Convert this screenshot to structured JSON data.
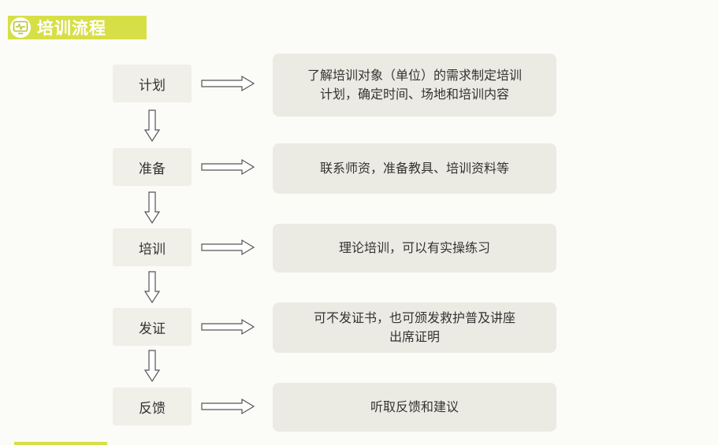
{
  "header": {
    "title": "培训流程",
    "icon": "monitor-pulse-icon"
  },
  "colors": {
    "accent": "#d6df46",
    "box": "#ecebe3",
    "label_bg": "#f0efe8"
  },
  "steps": [
    {
      "label": "计划",
      "line1": "了解培训对象（单位）的需求制定培训",
      "line2": "计划，确定时间、场地和培训内容"
    },
    {
      "label": "准备",
      "line1": "联系师资，准备教具、培训资料等",
      "line2": ""
    },
    {
      "label": "培训",
      "line1": "理论培训，可以有实操练习",
      "line2": ""
    },
    {
      "label": "发证",
      "line1": "可不发证书，也可颁发救护普及讲座",
      "line2": "出席证明"
    },
    {
      "label": "反馈",
      "line1": "听取反馈和建议",
      "line2": ""
    }
  ]
}
